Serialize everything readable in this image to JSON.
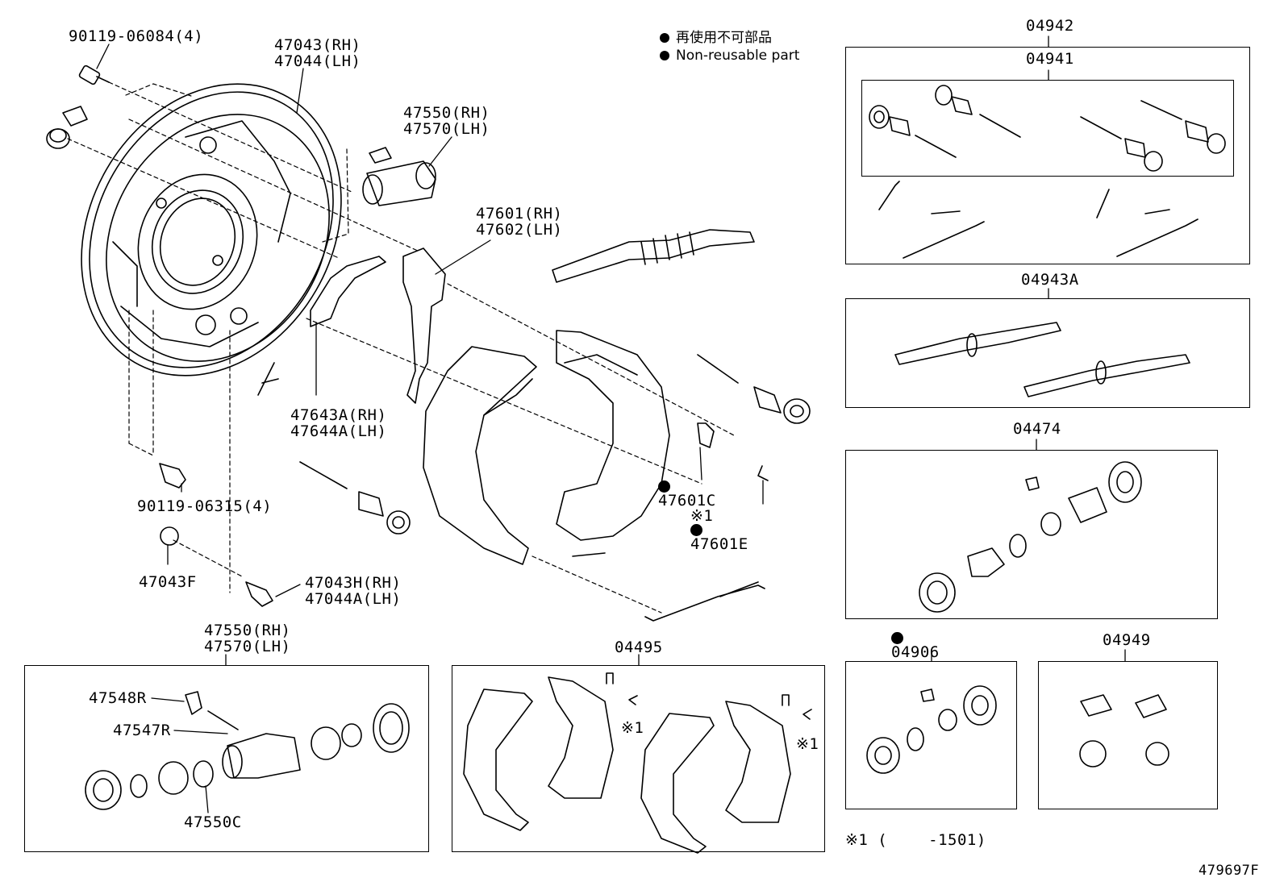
{
  "legend": {
    "line1": "再使用不可部品",
    "line2": "Non-reusable part"
  },
  "labels": {
    "bolt_top": "90119-06084(4)",
    "backing_plate_rh": "47043(RH)",
    "backing_plate_lh": "47044(LH)",
    "wheel_cyl_rh": "47550(RH)",
    "wheel_cyl_lh": "47570(LH)",
    "lever_rh": "47601(RH)",
    "lever_lh": "47602(LH)",
    "strut_rh": "47643A(RH)",
    "strut_lh": "47644A(LH)",
    "bolt_bottom": "90119-06315(4)",
    "clip_c": "47601C",
    "ring_e_mark": "※1",
    "ring_e": "47601E",
    "plug_f": "47043F",
    "bolt_h_rh": "47043H(RH)",
    "bolt_h_lh": "47044A(LH)",
    "wc_kit_rh": "47550(RH)",
    "wc_kit_lh": "47570(LH)",
    "cap": "47548R",
    "bleeder": "47547R",
    "kit_c": "47550C",
    "shoe_kit": "04495",
    "mark_a": "※1",
    "mark_b": "※1",
    "spring_kit_outer": "04942",
    "spring_kit_inner": "04941",
    "adjuster_kit": "04943A",
    "cyl_kit": "04474",
    "cup_kit": "04906",
    "boot_kit": "04949",
    "footnote": "※1 (　　 -1501)",
    "figure_id": "479697F"
  }
}
